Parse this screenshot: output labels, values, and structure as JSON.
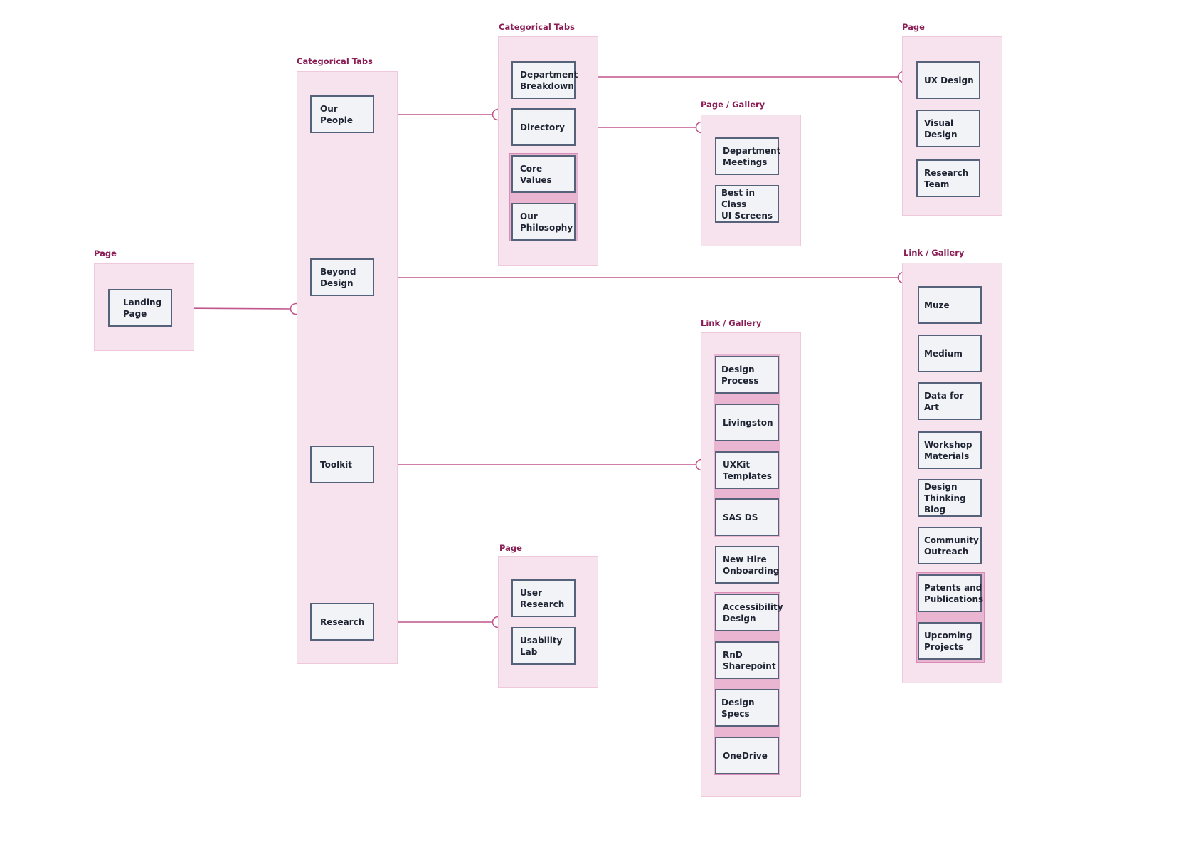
{
  "colors": {
    "panel_fill": "#f7e3ee",
    "title_text": "#8a1f56",
    "connector": "#c0568b",
    "node_border": "#56617a",
    "node_fill": "#f1f3f6",
    "highlight_band": "#e9b5d0"
  },
  "groups": {
    "landing": {
      "title": "Page",
      "items": [
        "Landing\nPage"
      ]
    },
    "main_tabs": {
      "title": "Categorical Tabs",
      "items": [
        "Our People",
        "Beyond\nDesign",
        "Toolkit",
        "Research"
      ]
    },
    "people_tabs": {
      "title": "Categorical Tabs",
      "items": [
        "Department\nBreakdown",
        "Directory",
        "Core Values",
        "Our\nPhilosophy"
      ]
    },
    "directory_gallery": {
      "title": "Page / Gallery",
      "items": [
        "Department\nMeetings",
        "Best in Class\nUI Screens"
      ]
    },
    "dept_page": {
      "title": "Page",
      "items": [
        "UX Design",
        "Visual\nDesign",
        "Research\nTeam"
      ]
    },
    "beyond_links": {
      "title": "Link / Gallery",
      "items": [
        "Muze",
        "Medium",
        "Data for\nArt",
        "Workshop\nMaterials",
        "Design\nThinking Blog",
        "Community\nOutreach",
        "Patents and\nPublications",
        "Upcoming\nProjects"
      ]
    },
    "toolkit_links": {
      "title": "Link / Gallery",
      "items": [
        "Design\nProcess",
        "Livingston",
        "UXKit\nTemplates",
        "SAS DS",
        "New Hire\nOnboarding",
        "Accessibility\nDesign",
        "RnD\nSharepoint",
        "Design\nSpecs",
        "OneDrive"
      ]
    },
    "research_page": {
      "title": "Page",
      "items": [
        "User\nResearch",
        "Usability\nLab"
      ]
    }
  }
}
